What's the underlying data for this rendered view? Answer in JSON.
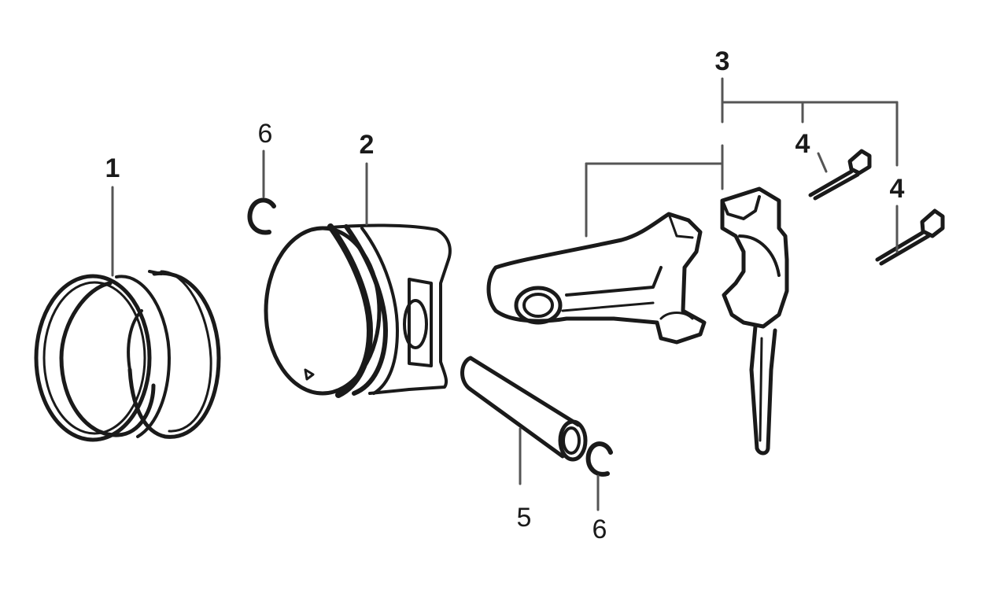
{
  "callouts": {
    "c1": "1",
    "c2": "2",
    "c3": "3",
    "c4a": "4",
    "c4b": "4",
    "c5": "5",
    "c6a": "6",
    "c6b": "6"
  },
  "colors": {
    "ink": "#1a1a1a",
    "paper": "#ffffff",
    "leader": "#555555"
  }
}
